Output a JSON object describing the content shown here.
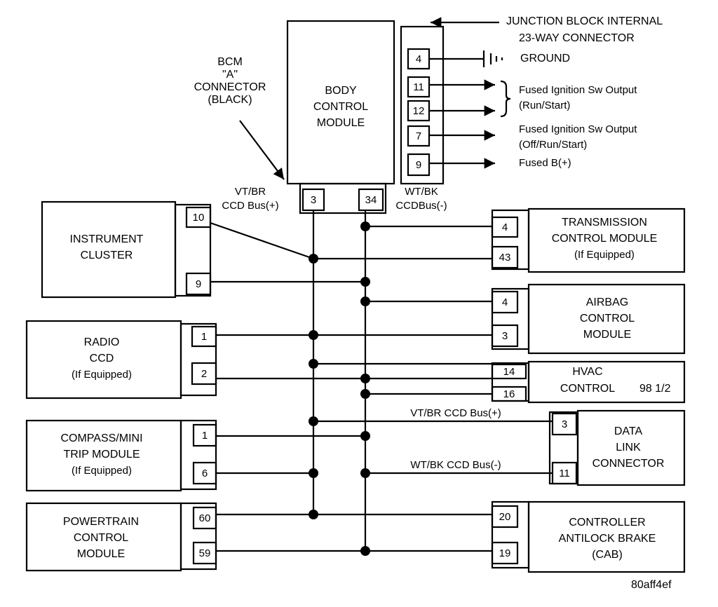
{
  "header": {
    "junction_line1": "JUNCTION BLOCK INTERNAL",
    "junction_line2": "23-WAY CONNECTOR",
    "bcm_conn": [
      "BCM",
      "\"A\"",
      "CONNECTOR",
      "(BLACK)"
    ]
  },
  "bcm": {
    "name": [
      "BODY",
      "CONTROL",
      "MODULE"
    ],
    "pins": [
      "4",
      "11",
      "12",
      "7",
      "9"
    ],
    "bus_pins": [
      "3",
      "34"
    ]
  },
  "outputs": {
    "ground": "GROUND",
    "run_start": [
      "Fused Ignition Sw Output",
      "(Run/Start)"
    ],
    "off_run_start": [
      "Fused Ignition Sw Output",
      "(Off/Run/Start)"
    ],
    "fused_b": "Fused B(+)"
  },
  "bus": {
    "plus_top": [
      "VT/BR",
      "CCD Bus(+)"
    ],
    "minus_top": [
      "WT/BK",
      "CCDBus(-)"
    ],
    "plus_dlc": "VT/BR CCD Bus(+)",
    "minus_dlc": "WT/BK CCD Bus(-)"
  },
  "modules_left": {
    "instrument_cluster": {
      "name": [
        "INSTRUMENT",
        "CLUSTER"
      ],
      "pins": [
        "10",
        "9"
      ]
    },
    "radio": {
      "name": [
        "RADIO",
        "CCD",
        "(If Equipped)"
      ],
      "pins": [
        "1",
        "2"
      ]
    },
    "compass": {
      "name": [
        "COMPASS/MINI",
        "TRIP MODULE",
        "(If Equipped)"
      ],
      "pins": [
        "1",
        "6"
      ]
    },
    "pcm": {
      "name": [
        "POWERTRAIN",
        "CONTROL",
        "MODULE"
      ],
      "pins": [
        "60",
        "59"
      ]
    }
  },
  "modules_right": {
    "tcm": {
      "name": [
        "TRANSMISSION",
        "CONTROL MODULE",
        "(If Equipped)"
      ],
      "pins": [
        "4",
        "43"
      ]
    },
    "airbag": {
      "name": [
        "AIRBAG",
        "CONTROL",
        "MODULE"
      ],
      "pins": [
        "4",
        "3"
      ]
    },
    "hvac": {
      "name": "HVAC",
      "name2": "CONTROL",
      "note": "98 1/2",
      "pins": [
        "14",
        "16"
      ]
    },
    "dlc": {
      "name": [
        "DATA",
        "LINK",
        "CONNECTOR"
      ],
      "pins": [
        "3",
        "11"
      ]
    },
    "cab": {
      "name": [
        "CONTROLLER",
        "ANTILOCK BRAKE",
        "(CAB)"
      ],
      "pins": [
        "20",
        "19"
      ]
    }
  },
  "figure_id": "80aff4ef"
}
